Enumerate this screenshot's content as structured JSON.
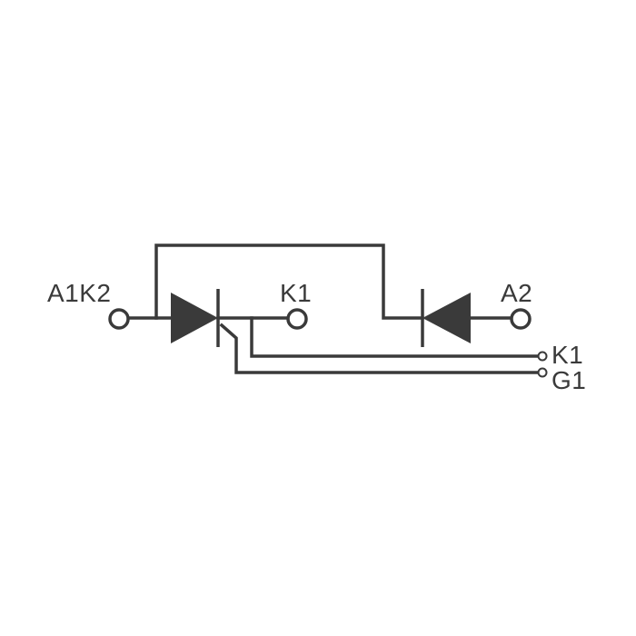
{
  "terminals": {
    "a1k2": "A1K2",
    "k1_top": "K1",
    "a2": "A2",
    "k1_aux": "K1",
    "g1": "G1"
  },
  "colors": {
    "line": "#3a3a3a",
    "background": "#ffffff"
  }
}
